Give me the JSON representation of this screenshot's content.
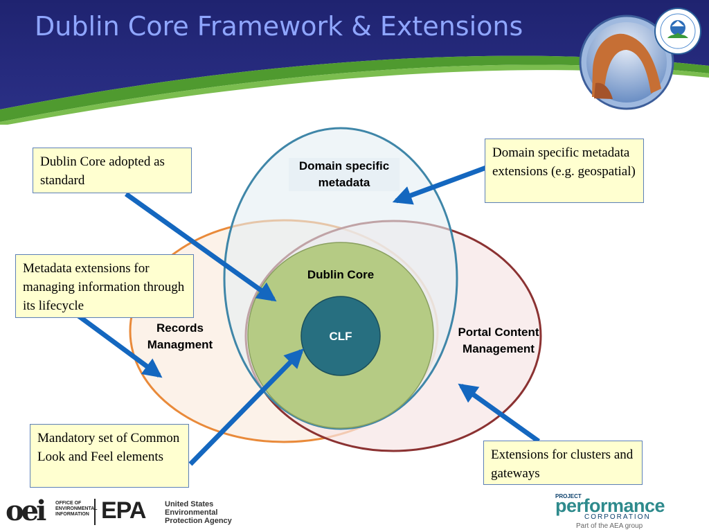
{
  "slide": {
    "title": "Dublin Core Framework & Extensions"
  },
  "diagram": {
    "circles": {
      "domain": "Domain specific metadata",
      "records": "Records Managment",
      "portal": "Portal Content Management",
      "dublin_core": "Dublin Core",
      "clf": "CLF"
    }
  },
  "callouts": {
    "dc_adopted": "Dublin Core adopted as standard",
    "metadata_ext": "Metadata extensions for managing information through its lifecycle",
    "mandatory": "Mandatory set of Common Look and Feel elements",
    "domain_ext": "Domain specific metadata extensions (e.g. geospatial)",
    "clusters": "Extensions for clusters and gateways"
  },
  "footer": {
    "oei_mark": "oei",
    "oei_text": "OFFICE OF ENVIRONMENTAL INFORMATION",
    "epa_mark": "EPA",
    "epa_text": "United States Environmental Protection Agency",
    "ppc_project": "PROJECT",
    "ppc_performance": "performance",
    "ppc_corporation": "CORPORATION",
    "ppc_aea": "Part of the AEA group"
  },
  "colors": {
    "header_navy": "#25297a",
    "accent_green": "#4f9a2f",
    "domain_stroke": "#3f86a8",
    "records_stroke": "#e98a3a",
    "portal_stroke": "#8b3232",
    "dublin_fill": "#b5cb84",
    "clf_fill": "#276f80",
    "arrow_blue": "#1467bf"
  }
}
